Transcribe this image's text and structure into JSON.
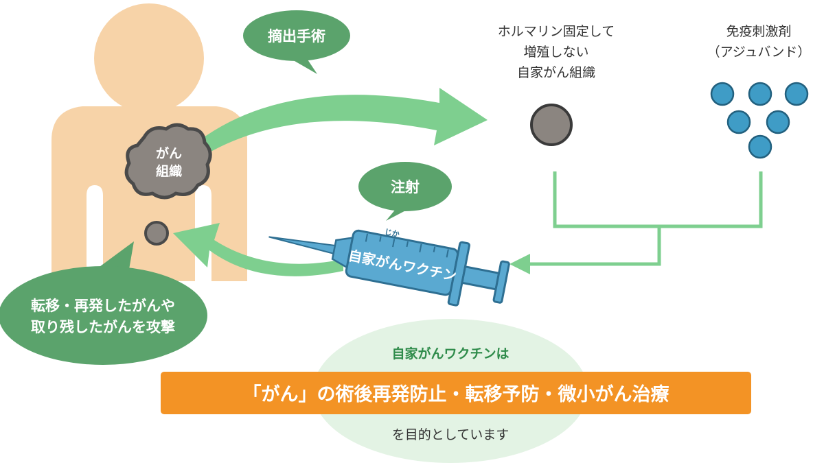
{
  "bubbles": {
    "surgery": "摘出手術",
    "injection": "注射",
    "attack_line1": "転移・再発したがんや",
    "attack_line2": "取り残したがんを攻撃"
  },
  "tumor": {
    "line1": "がん",
    "line2": "組織"
  },
  "formalin": {
    "line1": "ホルマリン固定して",
    "line2": "増殖しない",
    "line3": "自家がん組織"
  },
  "adjuvant": {
    "line1": "免疫刺激剤",
    "line2": "（アジュバンド）"
  },
  "syringe": {
    "label": "自家がんワクチン",
    "ruby": "じか"
  },
  "summary": {
    "intro": "自家がんワクチンは",
    "banner": "「がん」の術後再発防止・転移予防・微小がん治療",
    "outro": "を目的としています"
  },
  "colors": {
    "skin": "#f7d3a8",
    "green_arrow": "#7ecf8f",
    "bubble_green": "#5ba36c",
    "blue_dot": "#3f9cc6",
    "syringe_blue": "#5aa9d1",
    "banner_orange": "#f39325",
    "ellipse_green": "#e3f3e4"
  },
  "icons": {
    "tumor": "cloud-tumor-icon",
    "metastasis": "small-tumor-icon",
    "formalin_tissue": "gray-circle-icon",
    "adjuvant": "blue-dots-icon",
    "syringe": "syringe-icon"
  }
}
